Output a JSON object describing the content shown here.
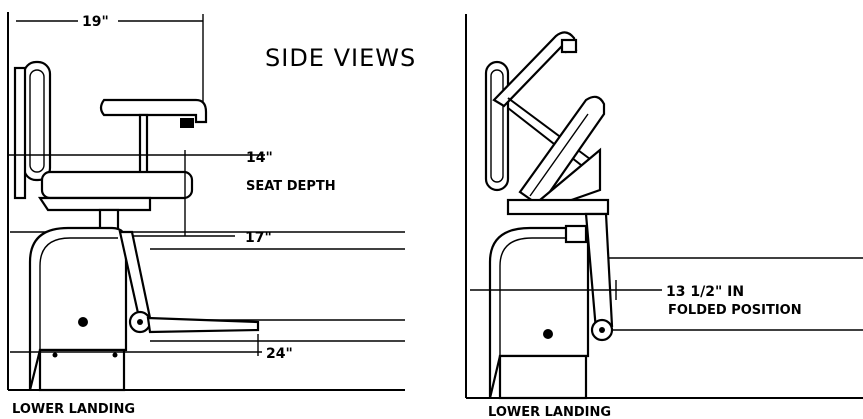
{
  "title": "SIDE VIEWS",
  "left_view": {
    "dim_width": "19\"",
    "dim_seat_depth_value": "14\"",
    "dim_seat_depth_label": "SEAT DEPTH",
    "dim_17": "17\"",
    "dim_24": "24\"",
    "landing_label": "LOWER LANDING"
  },
  "right_view": {
    "dim_folded_value": "13 1/2\" IN",
    "dim_folded_label": "FOLDED POSITION",
    "landing_label": "LOWER LANDING"
  }
}
